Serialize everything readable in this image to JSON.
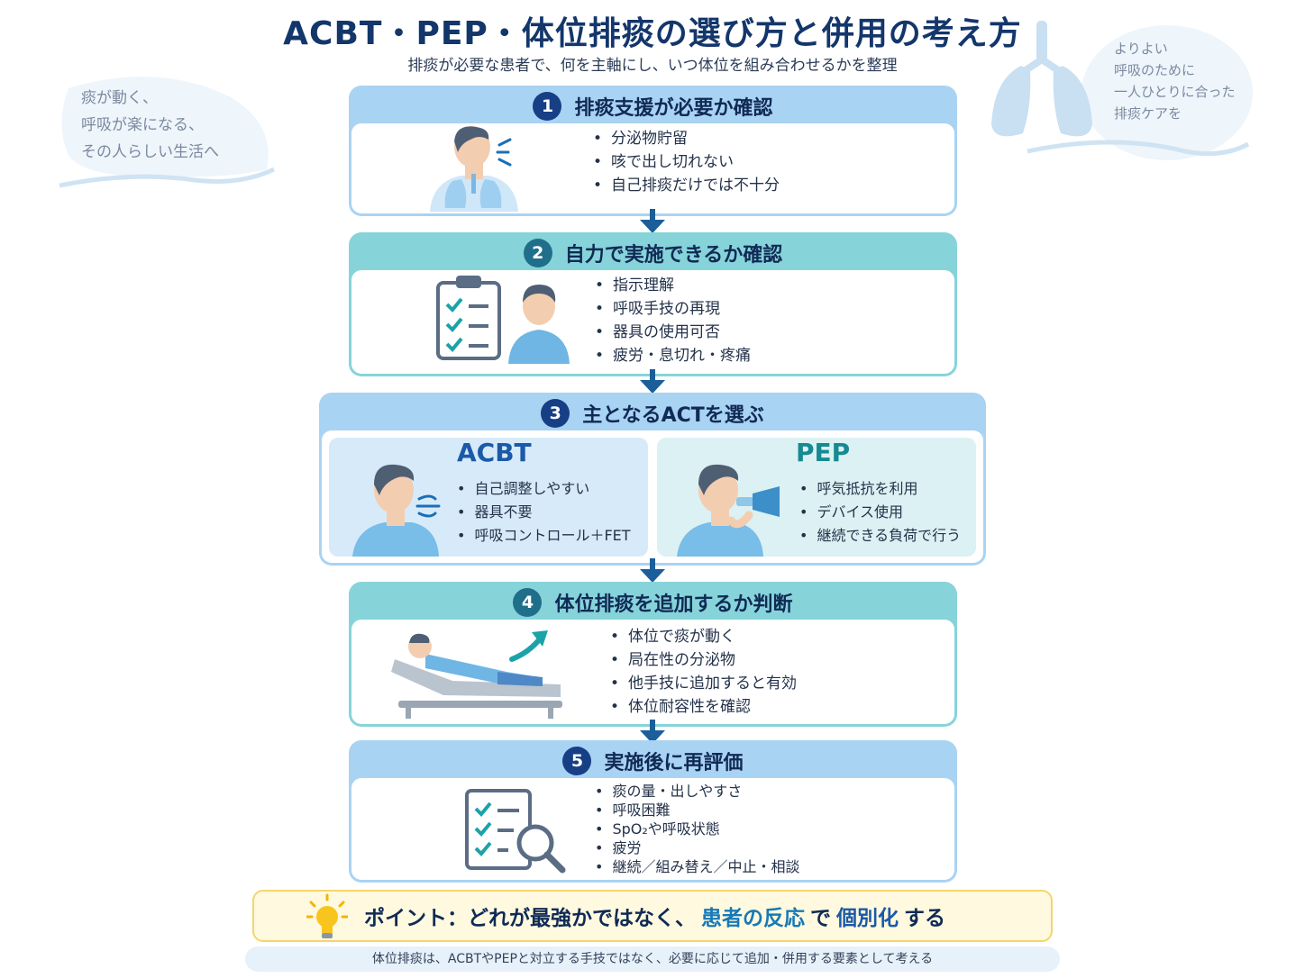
{
  "title": "ACBT・PEP・体位排痰の選び方と併用の考え方",
  "subtitle": "排痰が必要な患者で、何を主軸にし、いつ体位を組み合わせるかを整理",
  "deco_left": {
    "lines": [
      "痰が動く、",
      "呼吸が楽になる、",
      "その人らしい生活へ"
    ]
  },
  "deco_right": {
    "lines": [
      "よりよい",
      "呼吸のために",
      "一人ひとりに合った",
      "排痰ケアを"
    ]
  },
  "steps": [
    {
      "num": "1",
      "title": "排痰支援が必要か確認",
      "items": [
        "分泌物貯留",
        "咳で出し切れない",
        "自己排痰だけでは不十分"
      ]
    },
    {
      "num": "2",
      "title": "自力で実施できるか確認",
      "items": [
        "指示理解",
        "呼吸手技の再現",
        "器具の使用可否",
        "疲労・息切れ・疼痛"
      ]
    },
    {
      "num": "3",
      "title": "主となるACTを選ぶ",
      "acbt": {
        "name": "ACBT",
        "items": [
          "自己調整しやすい",
          "器具不要",
          "呼吸コントロール＋FET"
        ]
      },
      "pep": {
        "name": "PEP",
        "items": [
          "呼気抵抗を利用",
          "デバイス使用",
          "継続できる負荷で行う"
        ]
      }
    },
    {
      "num": "4",
      "title": "体位排痰を追加するか判断",
      "items": [
        "体位で痰が動く",
        "局在性の分泌物",
        "他手技に追加すると有効",
        "体位耐容性を確認"
      ]
    },
    {
      "num": "5",
      "title": "実施後に再評価",
      "items": [
        "痰の量・出しやすさ",
        "呼吸困難",
        "SpO₂や呼吸状態",
        "疲労",
        "継続／組み替え／中止・相談"
      ]
    }
  ],
  "point": {
    "prefix": "ポイント：どれが最強かではなく、",
    "hl1": "患者の反応",
    "mid": "で",
    "hl2": "個別化",
    "suffix": "する"
  },
  "footnote": "体位排痰は、ACBTやPEPと対立する手技ではなく、必要に応じて追加・併用する要素として考える",
  "colors": {
    "title": "#13366b",
    "step_blue": "#a9d3f3",
    "step_teal": "#86d4da",
    "number_badge": "#173f86",
    "arrow": "#1b5e9a",
    "acbt_title": "#1a5aa8",
    "pep_title": "#168a92"
  }
}
